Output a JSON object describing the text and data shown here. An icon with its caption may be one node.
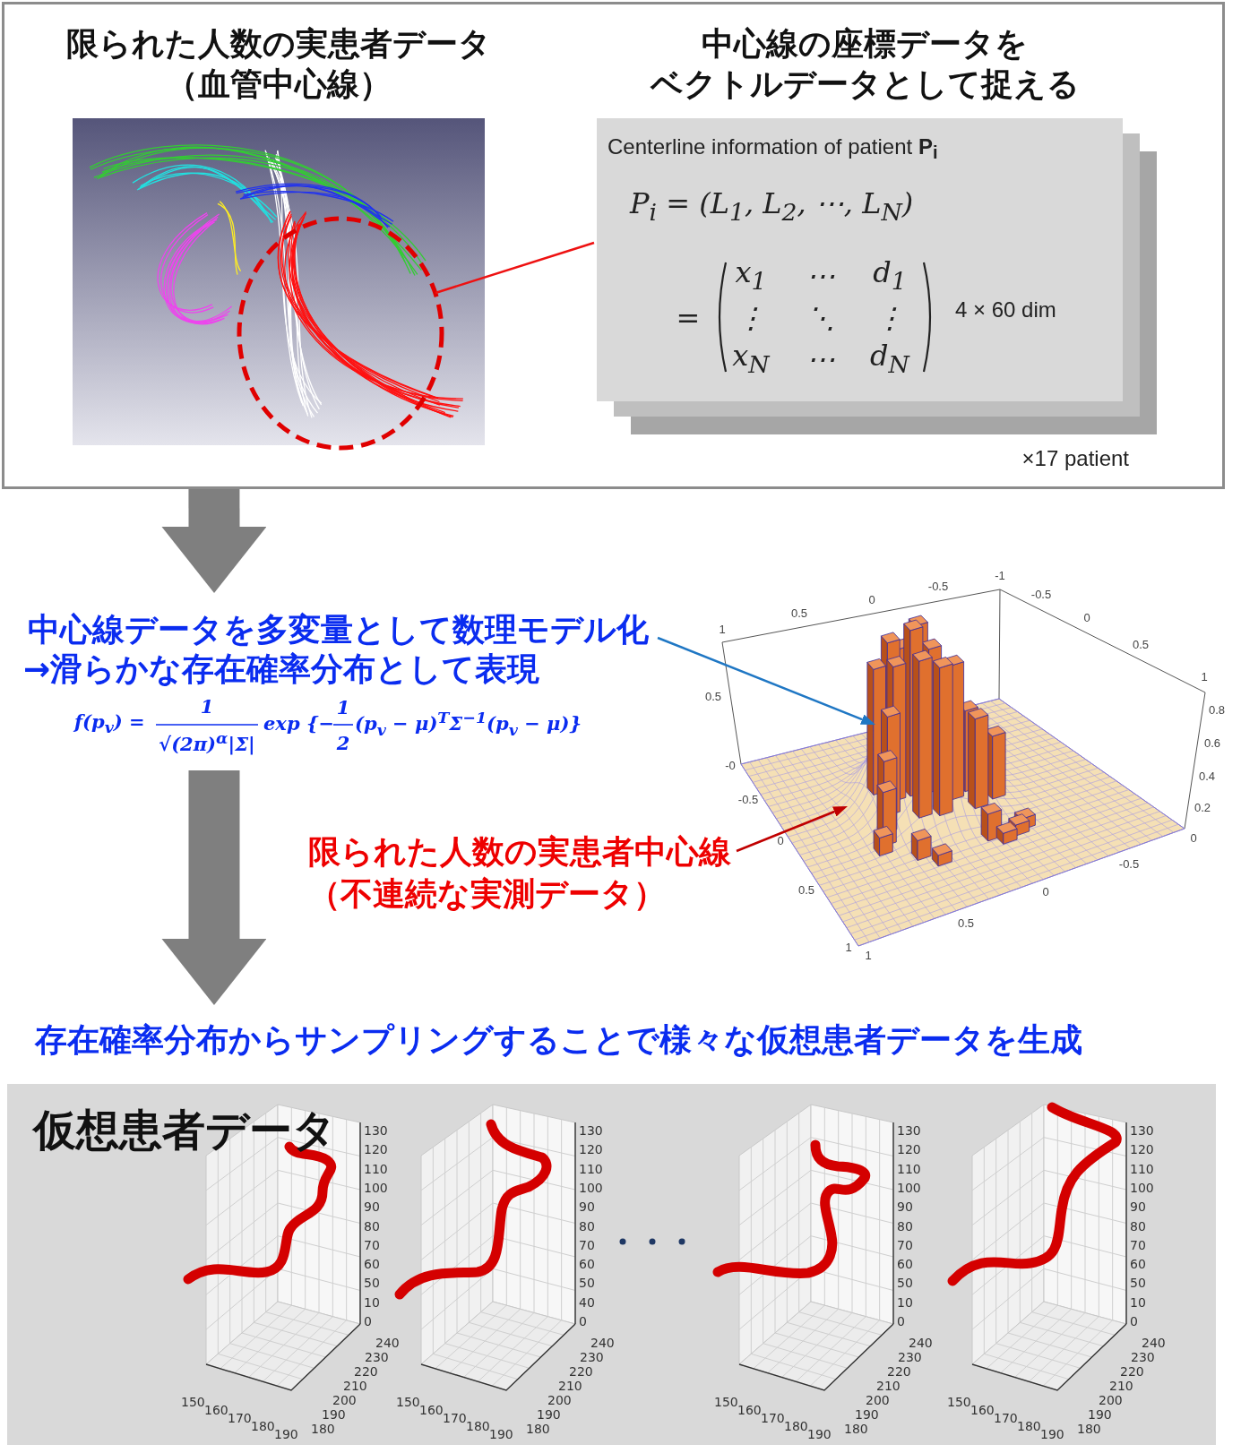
{
  "diagram": {
    "nodes": [
      {
        "text": [],
        "shape": "box"
      },
      {
        "text": [
          "限られた人数の実患者データ",
          "（血管中心線）"
        ],
        "in": 0
      },
      {
        "text": [],
        "shape": "circle",
        "in": 1
      },
      {
        "text": [
          "中心線の座標データを",
          "ベクトルデータとして捉える",
          "Centerline information of patient **P$_{i}$**",
          "P$_{i}$ = (L$_{1}$, L$_{2}$, ⋯, L$_{N}$)",
          "=",
          "x$_{1}$",
          "⋯",
          "d$_{1}$",
          "⋮",
          "⋱",
          "⋮",
          "x$_{N}$",
          "⋯",
          "d$_{N}$",
          "4 × 60 dim"
        ],
        "beside": [
          "×17 patient"
        ],
        "in": 0
      },
      {
        "text": [
          "中心線データを多変量として数理モデル化",
          "→滑らかな存在確率分布として表現"
        ]
      },
      {
        "text": [
          "f(p$_{v}$) =",
          "1",
          "√(2π)$^{α}$|Σ|",
          "exp {−",
          "1",
          "2",
          "(p$_{v}$ − μ)$^{T}$Σ$^{−1}$(p$_{v}$ − μ)}"
        ]
      },
      {
        "text": [],
        "shape": "picture",
        "beside": [
          "1",
          "0.5",
          "0",
          "-0.5",
          "-1",
          "-0.5",
          "0",
          "0.5",
          "1",
          "0.8",
          "0.6",
          "0.4",
          "0.2",
          "0",
          "0.5",
          "-0",
          "-0.5",
          "0",
          "0.5",
          "1",
          "1",
          "0.5",
          "0",
          "-0.5"
        ]
      },
      {
        "text": [
          "限られた人数の実患者中心線",
          "（不連続な実測データ）"
        ]
      },
      {
        "text": [
          "存在確率分布からサンプリングすることで様々な仮想患者データを生成"
        ]
      },
      {
        "text": [
          "仮想患者データ"
        ]
      },
      {
        "text": [
          "130",
          "120",
          "110",
          "100",
          "90",
          "80",
          "70",
          "60",
          "50",
          "10",
          "0",
          "150",
          "160",
          "170",
          "180",
          "190",
          "180",
          "190",
          "200",
          "210",
          "220",
          "230",
          "240"
        ],
        "in": 9
      },
      {
        "text": [
          "130",
          "120",
          "110",
          "100",
          "90",
          "80",
          "70",
          "60",
          "50",
          "40",
          "0",
          "150",
          "160",
          "170",
          "180",
          "190",
          "180",
          "190",
          "200",
          "210",
          "220",
          "230",
          "240"
        ],
        "in": 9
      },
      {
        "text": [
          "130",
          "120",
          "110",
          "100",
          "90",
          "80",
          "70",
          "60",
          "50",
          "10",
          "0",
          "150",
          "160",
          "170",
          "180",
          "190",
          "180",
          "190",
          "200",
          "210",
          "220",
          "230",
          "240"
        ],
        "in": 9
      },
      {
        "text": [
          "130",
          "120",
          "110",
          "100",
          "90",
          "80",
          "70",
          "60",
          "50",
          "10",
          "0",
          "150",
          "160",
          "170",
          "180",
          "190",
          "180",
          "190",
          "200",
          "210",
          "220",
          "230",
          "240"
        ],
        "in": 9
      }
    ],
    "edges": [
      {
        "from": 0,
        "to": 4,
        "arrow": "to",
        "style": "thick",
        "color": "#7f7f7f"
      },
      {
        "from": 2,
        "to": 3,
        "arrow": "none",
        "color": "#ee1111"
      },
      {
        "from": 4,
        "to": 6,
        "arrow": "to",
        "color": "#1f77c4"
      },
      {
        "from": 7,
        "to": 6,
        "arrow": "to",
        "color": "#c00000"
      },
      {
        "from": 5,
        "to": 8,
        "arrow": "to",
        "style": "thick",
        "color": "#7f7f7f"
      }
    ]
  }
}
